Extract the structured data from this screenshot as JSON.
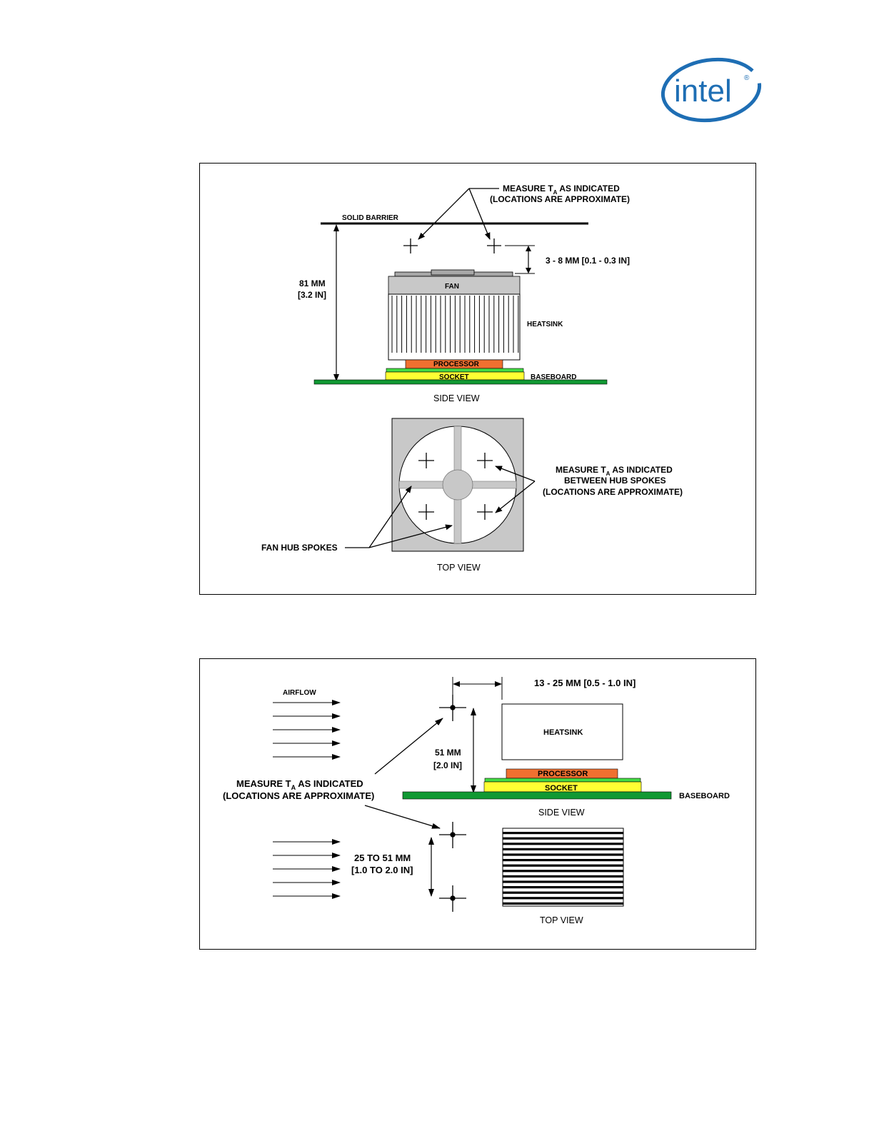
{
  "logo": {
    "text": "intel",
    "registered_mark": "®",
    "color": "#1e6eb4"
  },
  "figure_top": {
    "measure_label_line1": "MEASURE T",
    "measure_label_line1_sub": "A",
    "measure_label_line1_rest": " AS INDICATED",
    "measure_label_line2": "(LOCATIONS ARE APPROXIMATE)",
    "solid_barrier": "SOLID BARRIER",
    "gap_dimension": "3 - 8 MM [0.1 - 0.3 IN]",
    "height_line1": "81 MM",
    "height_line2": "[3.2 IN]",
    "fan": "FAN",
    "heatsink": "HEATSINK",
    "processor": "PROCESSOR",
    "socket": "SOCKET",
    "baseboard": "BASEBOARD",
    "side_view": "SIDE VIEW",
    "top_measure_line1": "MEASURE T",
    "top_measure_line1_sub": "A",
    "top_measure_line1_rest": " AS INDICATED",
    "top_measure_line2": "BETWEEN HUB SPOKES",
    "top_measure_line3": "(LOCATIONS ARE APPROXIMATE)",
    "fan_hub_spokes": "FAN HUB SPOKES",
    "top_view": "TOP VIEW"
  },
  "figure_bottom": {
    "airflow": "AIRFLOW",
    "horizontal_dimension": "13 - 25 MM [0.5 - 1.0 IN]",
    "heatsink": "HEATSINK",
    "height_line1": "51 MM",
    "height_line2": "[2.0 IN]",
    "measure_line1": "MEASURE T",
    "measure_line1_sub": "A",
    "measure_line1_rest": " AS INDICATED",
    "measure_line2": "(LOCATIONS ARE APPROXIMATE)",
    "processor": "PROCESSOR",
    "socket": "SOCKET",
    "baseboard": "BASEBOARD",
    "side_view": "SIDE VIEW",
    "spacing_line1": "25 TO 51 MM",
    "spacing_line2": "[1.0 TO 2.0 IN]",
    "top_view": "TOP VIEW"
  },
  "colors": {
    "processor": "#f07030",
    "socket": "#ffff33",
    "socket_top": "#44dd44",
    "baseboard": "#119933",
    "fan_gray": "#c8c8c8"
  }
}
